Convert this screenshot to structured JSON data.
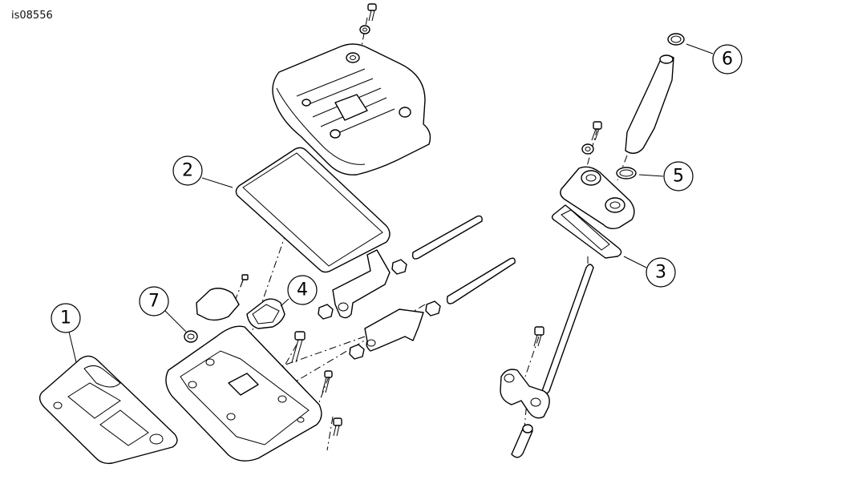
{
  "figure_id": "is08556",
  "callouts": [
    "1",
    "2",
    "3",
    "4",
    "5",
    "6",
    "7"
  ]
}
